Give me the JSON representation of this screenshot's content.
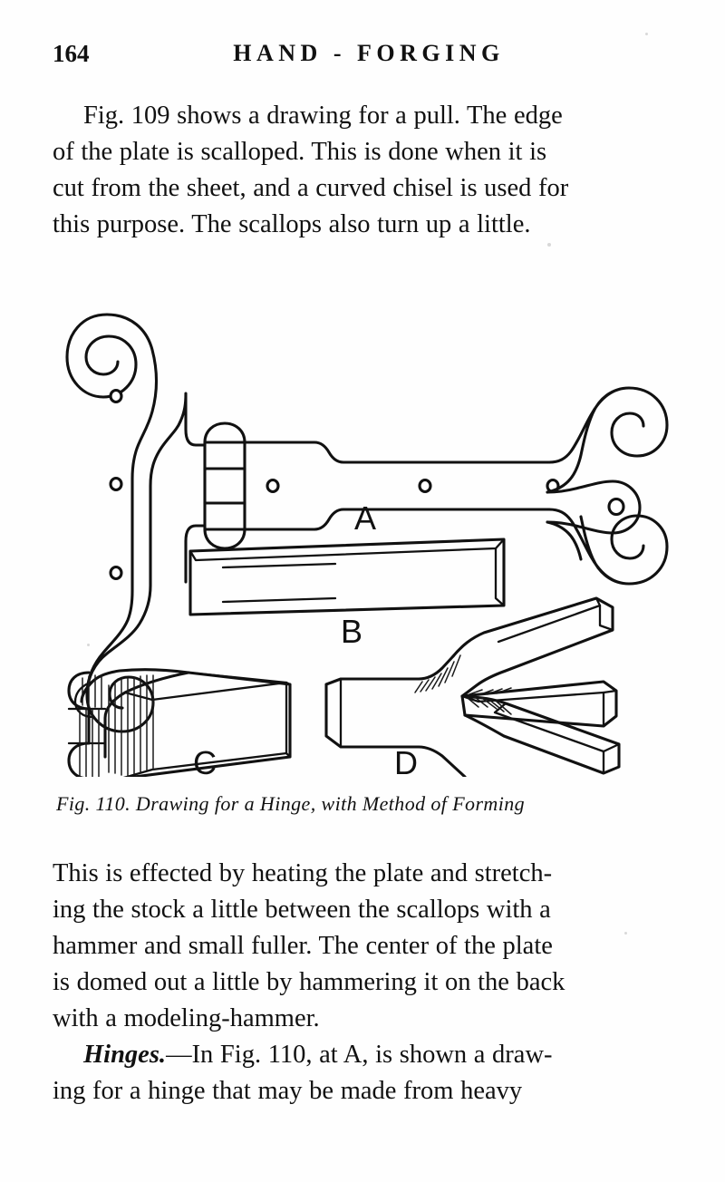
{
  "page": {
    "folio": "164",
    "running_title": "HAND - FORGING"
  },
  "paragraph_top": {
    "lines": [
      "Fig. 109 shows a drawing for a pull.   The edge",
      "of the plate is scalloped.   This is done when it is",
      "cut from the sheet, and a curved chisel is used for",
      "this purpose.   The scallops also turn up a little."
    ]
  },
  "figure": {
    "caption_number": "Fig. 110.",
    "caption_text": "Drawing for a Hinge, with Method of Forming",
    "caption_full": "Fig. 110.  Drawing for a Hinge, with Method of Forming",
    "part_labels": [
      "A",
      "B",
      "C",
      "D"
    ],
    "label_a": "A",
    "label_b": "B",
    "label_c": "C",
    "label_d": "D",
    "ink_color": "#111111",
    "paper_color": "#fefefe"
  },
  "paragraph_mid": {
    "lines": [
      "This is effected by heating the plate and stretch-",
      "ing the stock a little between the scallops with a",
      "hammer and small fuller.   The center of the plate",
      "is domed out a little by hammering it on the back",
      "with a modeling-hammer."
    ]
  },
  "paragraph_bottom": {
    "lead_italic": "Hinges.",
    "lead_rest": "—In Fig. 110, at A, is shown a draw-",
    "line2": "ing for a hinge that may be made from heavy"
  }
}
